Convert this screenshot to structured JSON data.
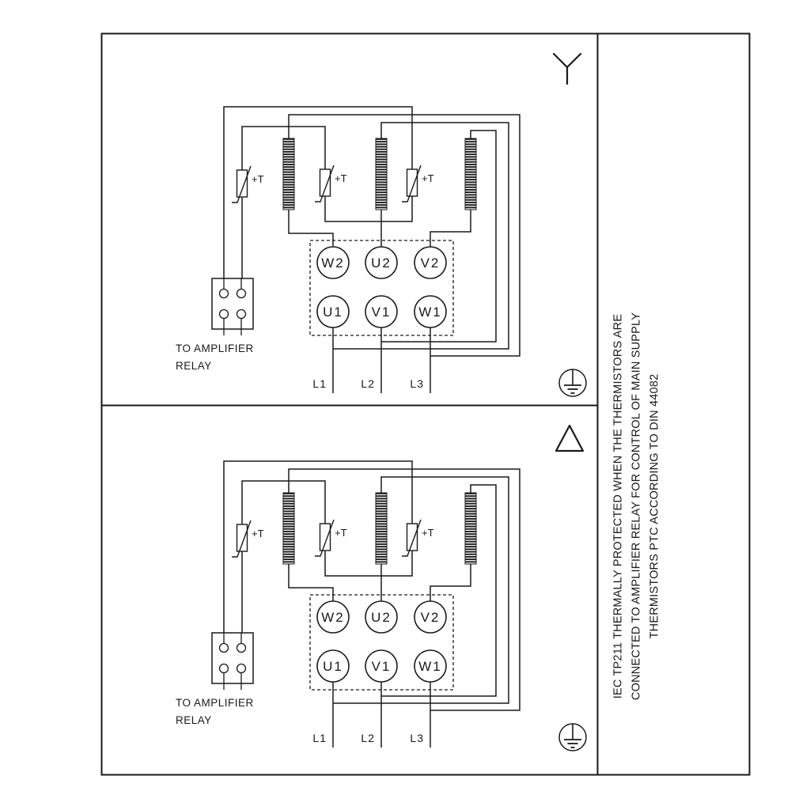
{
  "note": {
    "lines": [
      "IEC TP211 THERMALLY PROTECTED WHEN THE THERMISTORS ARE",
      "CONNECTED TO AMPLIFIER RELAY FOR CONTROL OF MAIN SUPPLY",
      "THERMISTORS PTC ACCORDING TO DIN 44082"
    ]
  },
  "panels": [
    {
      "connection_symbol": "star",
      "terminals_top": [
        "W2",
        "U2",
        "V2"
      ],
      "terminals_bottom": [
        "U1",
        "V1",
        "W1"
      ],
      "thermistor_labels": [
        "+T",
        "+T",
        "+T"
      ],
      "amplifier_note_line1": "TO AMPLIFIER",
      "amplifier_note_line2": "RELAY",
      "supply_labels": [
        "L1",
        "L2",
        "L3"
      ]
    },
    {
      "connection_symbol": "delta",
      "terminals_top": [
        "W2",
        "U2",
        "V2"
      ],
      "terminals_bottom": [
        "U1",
        "V1",
        "W1"
      ],
      "thermistor_labels": [
        "+T",
        "+T",
        "+T"
      ],
      "amplifier_note_line1": "TO AMPLIFIER",
      "amplifier_note_line2": "RELAY",
      "supply_labels": [
        "L1",
        "L2",
        "L3"
      ]
    }
  ],
  "colors": {
    "line": "#1a1a1a",
    "background": "#ffffff"
  }
}
